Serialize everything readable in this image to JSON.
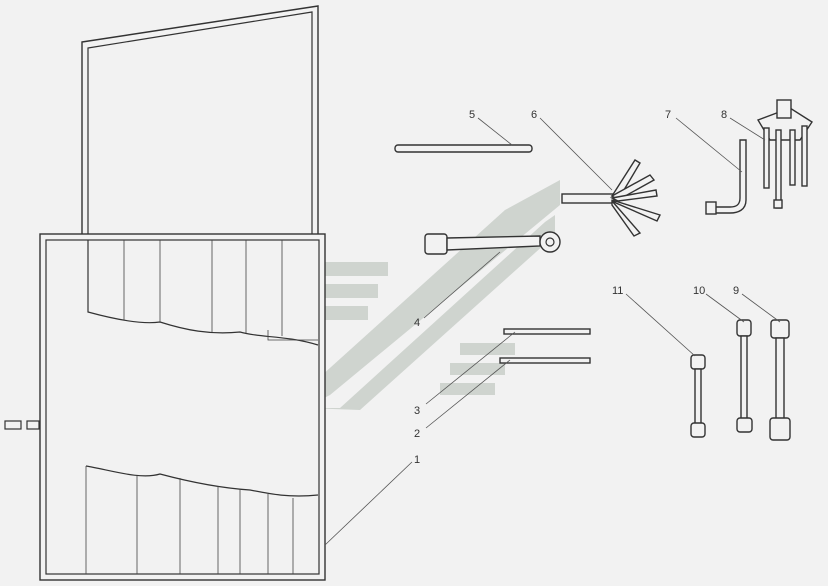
{
  "diagram": {
    "callouts": [
      {
        "id": "1",
        "label": "1"
      },
      {
        "id": "2",
        "label": "2"
      },
      {
        "id": "3",
        "label": "3"
      },
      {
        "id": "4",
        "label": "4"
      },
      {
        "id": "5",
        "label": "5"
      },
      {
        "id": "6",
        "label": "6"
      },
      {
        "id": "7",
        "label": "7"
      },
      {
        "id": "8",
        "label": "8"
      },
      {
        "id": "9",
        "label": "9"
      },
      {
        "id": "10",
        "label": "10"
      },
      {
        "id": "11",
        "label": "11"
      }
    ],
    "colors": {
      "line": "#333333",
      "background": "#f2f2f2",
      "watermark": "#c9cfc9"
    },
    "watermark_icon": "chevron-logo-watermark"
  }
}
